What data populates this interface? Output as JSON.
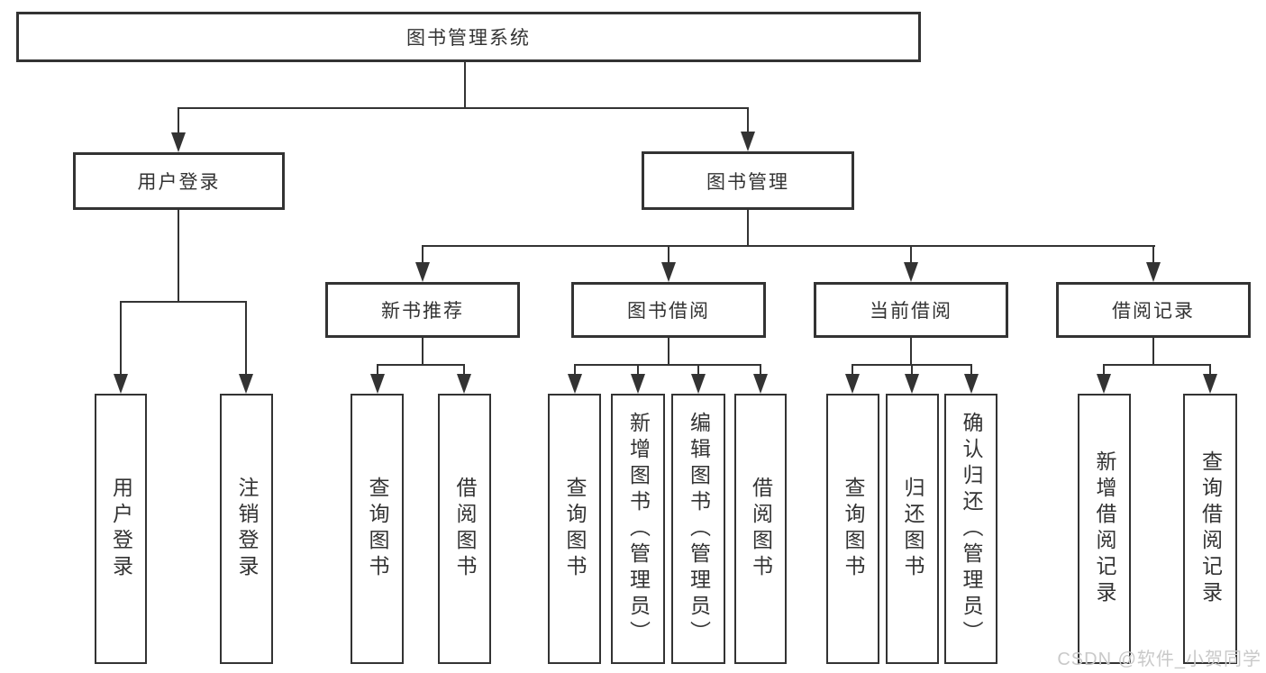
{
  "diagram": {
    "root": {
      "label": "图书管理系统"
    },
    "level2": [
      {
        "label": "用户登录"
      },
      {
        "label": "图书管理"
      }
    ],
    "level3": [
      {
        "label": "新书推荐",
        "parent": "图书管理"
      },
      {
        "label": "图书借阅",
        "parent": "图书管理"
      },
      {
        "label": "当前借阅",
        "parent": "图书管理"
      },
      {
        "label": "借阅记录",
        "parent": "图书管理"
      }
    ],
    "leaves": [
      {
        "label": "用户登录",
        "parent": "用户登录"
      },
      {
        "label": "注销登录",
        "parent": "用户登录"
      },
      {
        "label": "查询图书",
        "parent": "新书推荐"
      },
      {
        "label": "借阅图书",
        "parent": "新书推荐"
      },
      {
        "label": "查询图书",
        "parent": "图书借阅"
      },
      {
        "label": "新增图书（管理员）",
        "parent": "图书借阅"
      },
      {
        "label": "编辑图书（管理员）",
        "parent": "图书借阅"
      },
      {
        "label": "借阅图书",
        "parent": "图书借阅"
      },
      {
        "label": "查询图书",
        "parent": "当前借阅"
      },
      {
        "label": "归还图书",
        "parent": "当前借阅"
      },
      {
        "label": "确认归还（管理员）",
        "parent": "当前借阅"
      },
      {
        "label": "新增借阅记录",
        "parent": "借阅记录"
      },
      {
        "label": "查询借阅记录",
        "parent": "借阅记录"
      }
    ]
  },
  "watermark": {
    "label": "CSDN @软件_小贺同学"
  },
  "colors": {
    "line": "#333333",
    "text": "#333333",
    "box_background": "#ffffff",
    "watermark": "#c9c9c9",
    "background": "#ffffff"
  }
}
